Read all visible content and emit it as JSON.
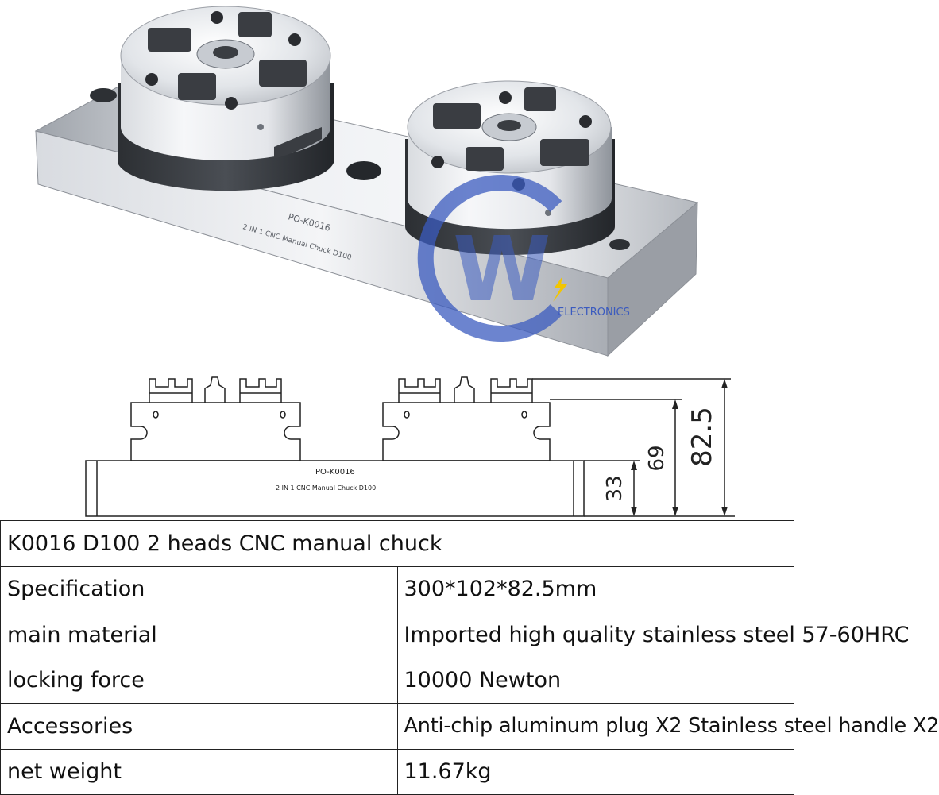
{
  "render": {
    "plate_engraving_model": "PO-K0016",
    "plate_engraving_desc": "2 IN 1 CNC Manual Chuck D100",
    "watermark_letter": "W",
    "watermark_brand": "ELECTRONICS",
    "colors": {
      "steel_light": "#f2f3f5",
      "steel_mid": "#c8ccd2",
      "steel_dark": "#6e737b",
      "jaw_dark": "#3a3d42",
      "watermark_blue": "#3b5bbf",
      "watermark_yellow": "#f2c500"
    }
  },
  "drawing": {
    "plate_model": "PO-K0016",
    "plate_desc": "2 IN 1 CNC Manual Chuck D100",
    "dim_base": "33",
    "dim_body": "69",
    "dim_total": "82.5"
  },
  "table": {
    "title": "K0016 D100 2 heads CNC manual chuck",
    "rows": [
      {
        "label": "Specification",
        "value": "300*102*82.5mm"
      },
      {
        "label": "main material",
        "value": "Imported high quality stainless steel 57-60HRC"
      },
      {
        "label": "locking force",
        "value": "10000 Newton"
      },
      {
        "label": "Accessories",
        "value": "Anti-chip aluminum plug X2 Stainless steel handle X2"
      },
      {
        "label": "net weight",
        "value": "11.67kg"
      }
    ]
  }
}
